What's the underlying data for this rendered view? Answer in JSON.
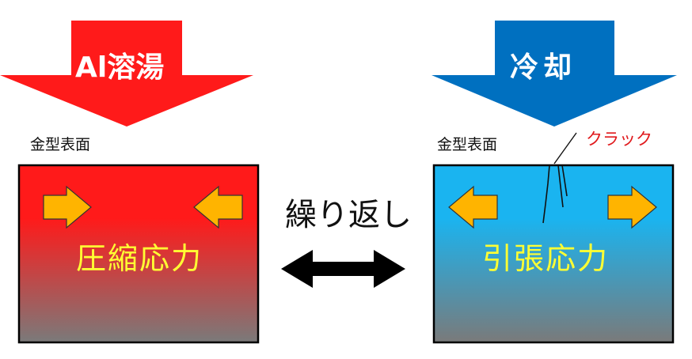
{
  "left_panel": {
    "arrow_label": "Al溶湯",
    "surface_label": "金型表面",
    "stress_label": "圧縮応力"
  },
  "right_panel": {
    "arrow_label": "冷却",
    "surface_label": "金型表面",
    "crack_label": "クラック",
    "stress_label": "引張応力"
  },
  "center": {
    "repeat_label": "繰り返し"
  },
  "colors": {
    "hot_arrow": "#ff1a1a",
    "cold_arrow": "#0070c0",
    "hot_block_top": "#ff1a1a",
    "cold_block_top": "#1ab4f0",
    "block_bottom": "#7a7a7a",
    "stress_arrow_fill": "#ffb400",
    "stress_text": "#ffff33",
    "crack_text": "#e0191c"
  }
}
